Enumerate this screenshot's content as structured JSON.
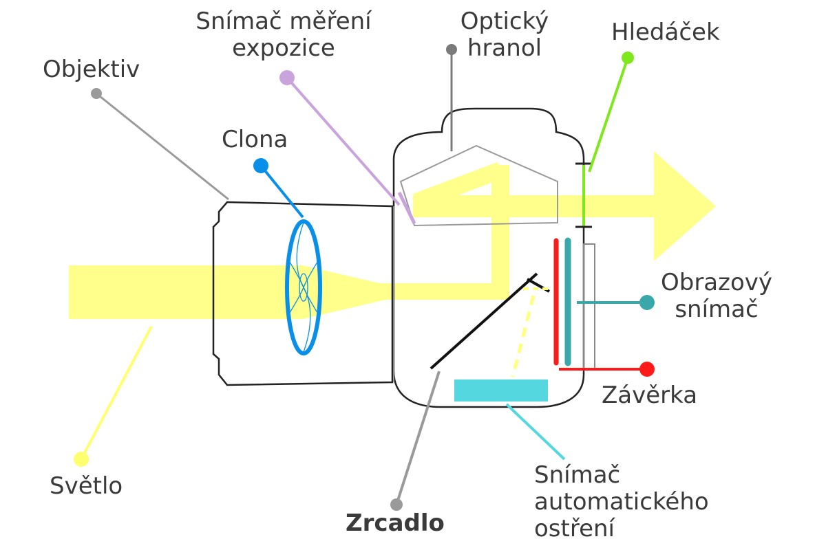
{
  "labels": {
    "objektiv": "Objektiv",
    "snimac_mereni_1": "Snímač měření",
    "snimac_mereni_2": "expozice",
    "opticky_1": "Optický",
    "opticky_2": "hranol",
    "hledacek": "Hledáček",
    "clona": "Clona",
    "obrazovy_1": "Obrazový",
    "obrazovy_2": "snímač",
    "zaverka": "Závěrka",
    "svetlo": "Světlo",
    "zrcadlo": "Zrcadlo",
    "af_1": "Snímač",
    "af_2": "automatického",
    "af_3": "ostření"
  },
  "colors": {
    "light": "#ffff80",
    "aperture": "#0a8fe8",
    "metering": "#c9a4dc",
    "viewfinder": "#7ee81c",
    "sensor": "#3aa8a8",
    "shutter": "#ff1a1a",
    "af_sensor": "#55d7df",
    "outline": "#222222",
    "leader_gray": "#9a9a9a"
  }
}
